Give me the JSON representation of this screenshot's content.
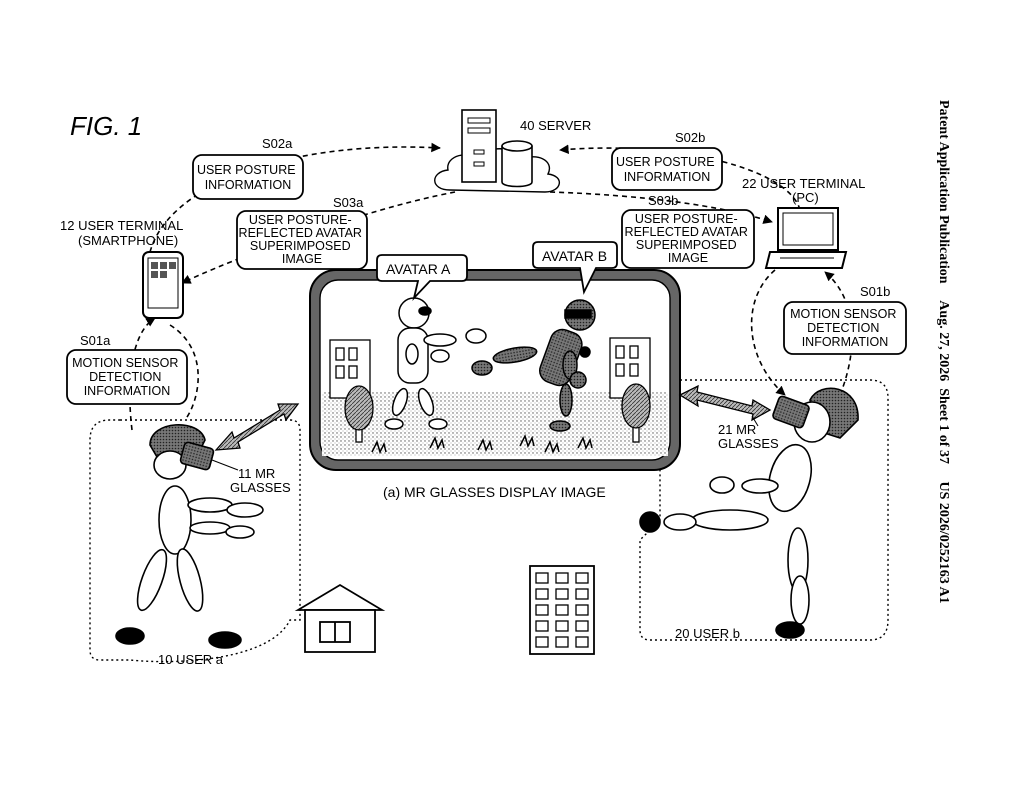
{
  "figure": {
    "title": "FIG. 1"
  },
  "header": {
    "side_text": "Patent Application Publication     Aug. 27, 2026  Sheet 1 of 37     US 2026/0252163 A1"
  },
  "server": {
    "label": "40  SERVER"
  },
  "terminals": {
    "smartphone": {
      "line1": "12 USER TERMINAL",
      "line2": "(SMARTPHONE)"
    },
    "pc": {
      "line1": "22 USER TERMINAL",
      "line2": "(PC)"
    }
  },
  "steps": {
    "s02a": {
      "code": "S02a",
      "lines": [
        "USER POSTURE",
        "INFORMATION"
      ]
    },
    "s02b": {
      "code": "S02b",
      "lines": [
        "USER POSTURE",
        "INFORMATION"
      ]
    },
    "s03a": {
      "code": "S03a",
      "lines": [
        "USER POSTURE-",
        "REFLECTED AVATAR",
        "SUPERIMPOSED",
        "IMAGE"
      ]
    },
    "s03b": {
      "code": "S03b",
      "lines": [
        "USER POSTURE-",
        "REFLECTED AVATAR",
        "SUPERIMPOSED",
        "IMAGE"
      ]
    },
    "s01a": {
      "code": "S01a",
      "lines": [
        "MOTION SENSOR",
        "DETECTION",
        "INFORMATION"
      ]
    },
    "s01b": {
      "code": "S01b",
      "lines": [
        "MOTION SENSOR",
        "DETECTION",
        "INFORMATION"
      ]
    }
  },
  "display": {
    "avatar_a": "AVATAR A",
    "avatar_b": "AVATAR B",
    "caption": "(a)  MR GLASSES DISPLAY IMAGE"
  },
  "glasses": {
    "a": {
      "line1": "11 MR",
      "line2": "GLASSES"
    },
    "b": {
      "line1": "21 MR",
      "line2": "GLASSES"
    }
  },
  "users": {
    "a": "10  USER a",
    "b": "20  USER b"
  }
}
